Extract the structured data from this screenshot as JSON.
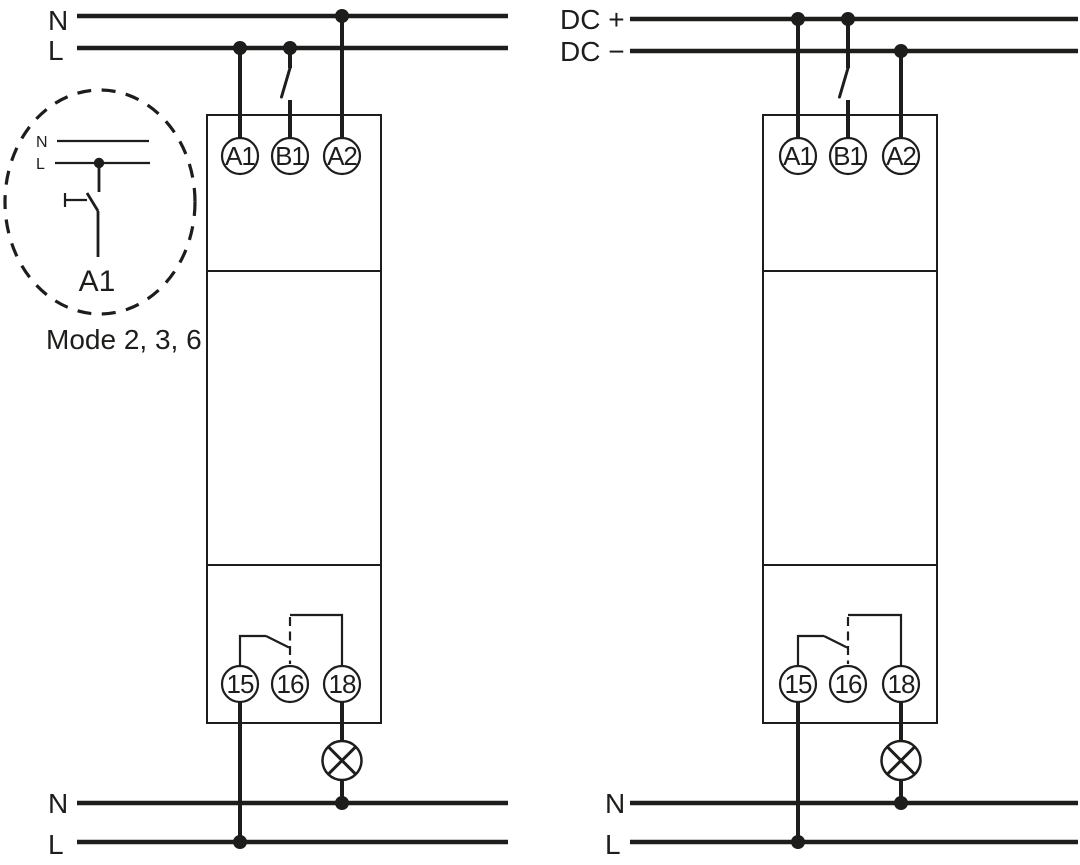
{
  "colors": {
    "ink": "#1d1d1b",
    "background": "#ffffff"
  },
  "ac_diagram": {
    "top_bus": {
      "line1": "N",
      "line2": "L"
    },
    "bottom_bus": {
      "line1": "N",
      "line2": "L"
    },
    "device": {
      "top_terminals": [
        "A1",
        "B1",
        "A2"
      ],
      "bottom_terminals": [
        "15",
        "16",
        "18"
      ]
    },
    "mode_inset": {
      "bus": {
        "line1": "N",
        "line2": "L"
      },
      "terminal_label": "A1",
      "caption": "Mode 2, 3, 6"
    }
  },
  "dc_diagram": {
    "top_bus": {
      "line1": "DC +",
      "line2": "DC −"
    },
    "bottom_bus": {
      "line1": "N",
      "line2": "L"
    },
    "device": {
      "top_terminals": [
        "A1",
        "B1",
        "A2"
      ],
      "bottom_terminals": [
        "15",
        "16",
        "18"
      ]
    }
  }
}
